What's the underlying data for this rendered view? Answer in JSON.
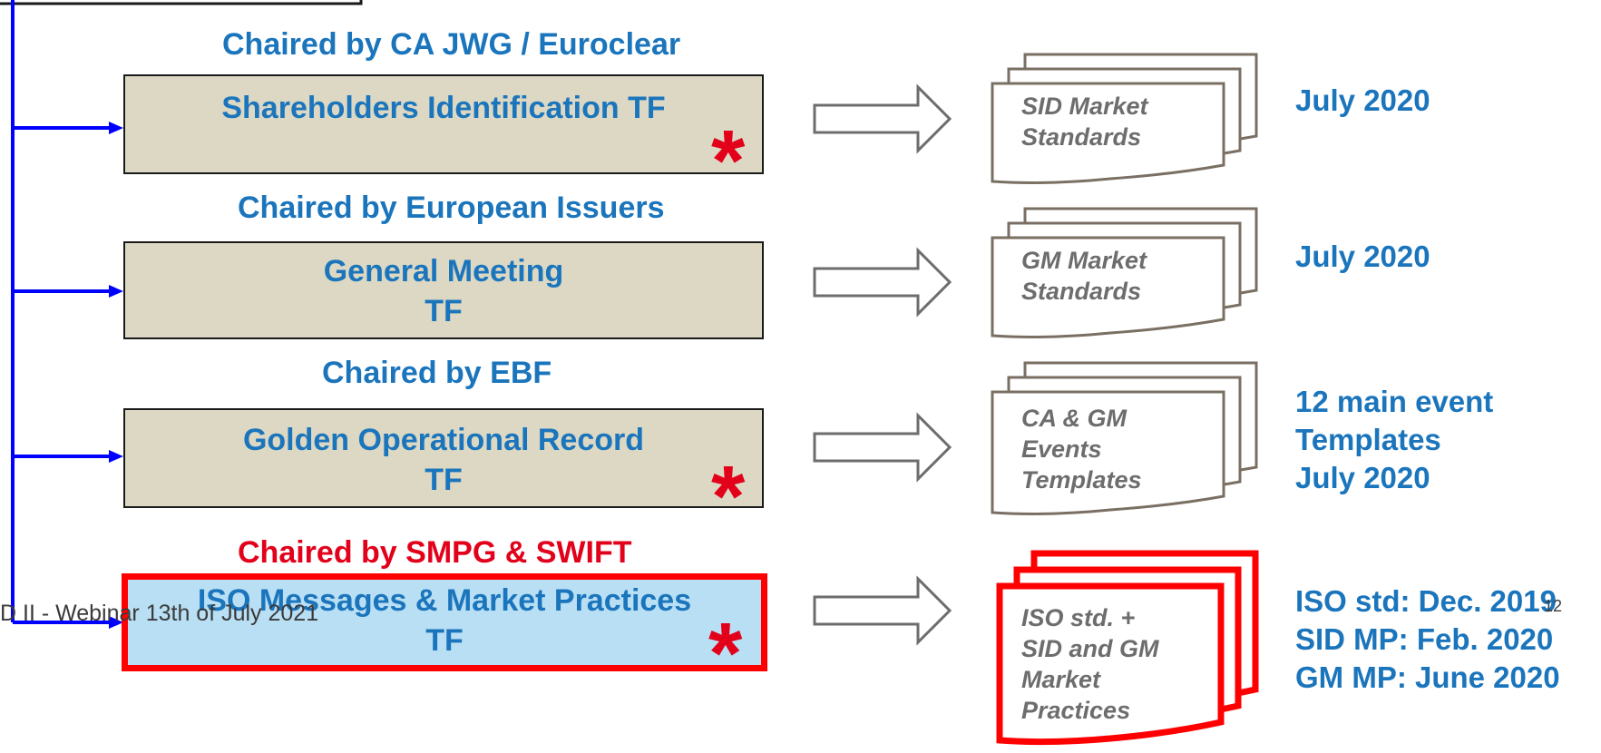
{
  "rows": [
    {
      "chair": "Chaired by CA JWG / Euroclear",
      "tf_lines": [
        "Shareholders Identification TF"
      ],
      "star": "*",
      "doc_lines": [
        "SID Market",
        "Standards"
      ],
      "date_lines": [
        "July 2020"
      ]
    },
    {
      "chair": "Chaired by European Issuers",
      "tf_lines": [
        "General Meeting",
        "TF"
      ],
      "star": "",
      "doc_lines": [
        "GM Market",
        "Standards"
      ],
      "date_lines": [
        "July 2020"
      ]
    },
    {
      "chair": "Chaired by EBF",
      "tf_lines": [
        "Golden Operational Record",
        "TF"
      ],
      "star": "*",
      "doc_lines": [
        "CA & GM",
        "Events",
        "Templates"
      ],
      "date_lines": [
        "12 main event",
        "Templates",
        "July 2020"
      ]
    },
    {
      "chair": "Chaired by SMPG & SWIFT",
      "tf_lines": [
        "ISO Messages & Market Practices",
        "TF"
      ],
      "star": "*",
      "doc_lines": [
        "ISO std. +",
        "SID and GM",
        "Market",
        "Practices"
      ],
      "date_lines": [
        "ISO std: Dec. 2019",
        "SID MP: Feb. 2020",
        "GM MP: June 2020"
      ]
    }
  ],
  "footer": "D II - Webinar 13th of July 2021",
  "page_number": "12",
  "colors": {
    "chair_blue": "#1b75bc",
    "chair_red": "#e2001a",
    "tf_fill": "#dcd8c3",
    "iso_fill": "#b9dff4",
    "connector_blue": "#0000ff",
    "doc_outline": "#7a6f63",
    "doc_outline_iso": "#ff0000"
  }
}
